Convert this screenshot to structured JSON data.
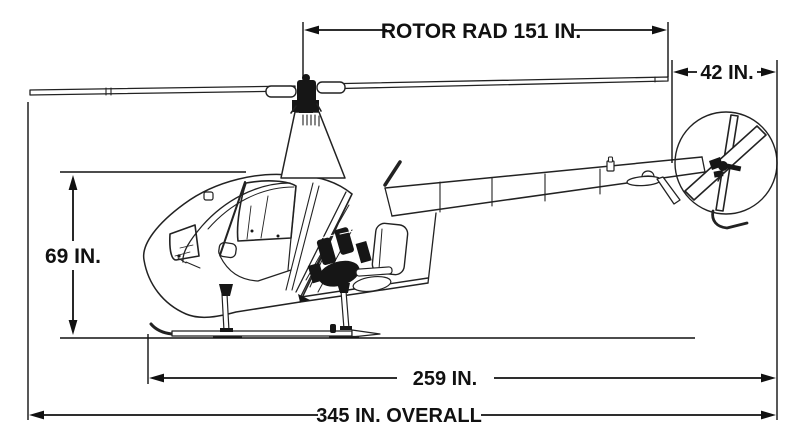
{
  "colors": {
    "background": "#ffffff",
    "line": "#222222",
    "dimension": "#111111",
    "fill_dark": "#161616"
  },
  "dimensions": {
    "rotor_radius": {
      "label": "ROTOR RAD 151 IN.",
      "value": 151,
      "unit": "IN."
    },
    "tail_rotor_diameter": {
      "label": "42 IN.",
      "value": 42,
      "unit": "IN."
    },
    "overall_height": {
      "label": "69 IN.",
      "value": 69,
      "unit": "IN."
    },
    "fuselage_length": {
      "label": "259 IN.",
      "value": 259,
      "unit": "IN."
    },
    "overall_length": {
      "label": "345 IN. OVERALL",
      "value": 345,
      "unit": "IN."
    }
  }
}
